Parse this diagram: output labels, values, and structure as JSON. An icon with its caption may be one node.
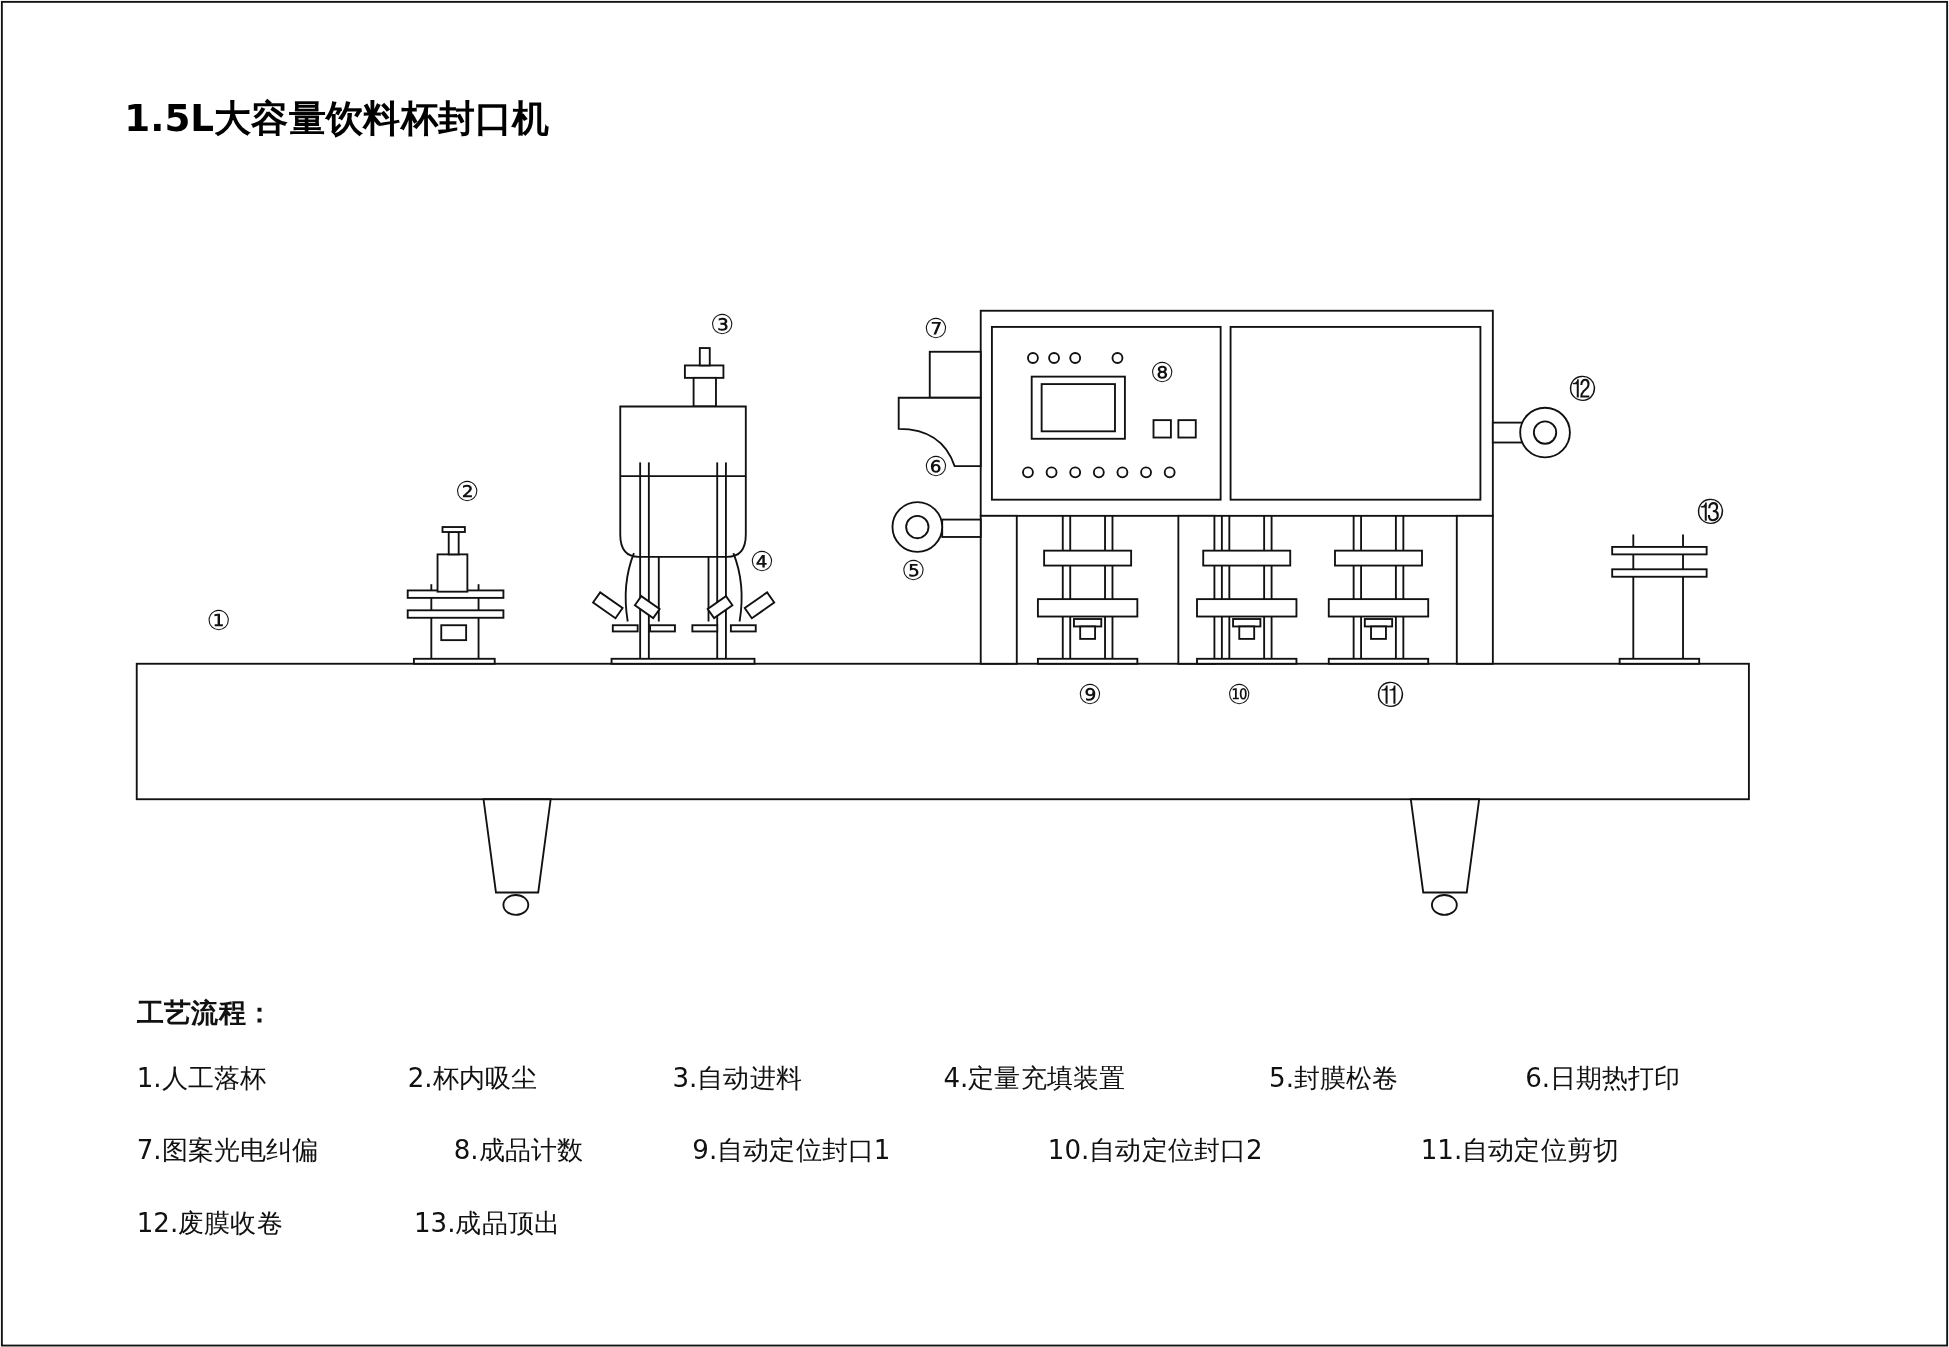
{
  "diagram": {
    "title": "1.5L大容量饮料杯封口机",
    "labels": [
      "③",
      "⑦",
      "⑧",
      "⑫",
      "⑥",
      "②",
      "⑬",
      "④",
      "⑤",
      "①",
      "⑨",
      "⑩",
      "⑪",
      "工艺流程：",
      "1.人工落杯",
      "2.杯内吸尘",
      "3.自动进料",
      "4.定量充填装置",
      "5.封膜松卷",
      "6.日期热打印",
      "7.图案光电纠偏",
      "8.成品计数",
      "9.自动定位封口1",
      "10.自动定位封口2",
      "11.自动定位剪切",
      "12.废膜收卷",
      "13.成品顶出"
    ]
  }
}
